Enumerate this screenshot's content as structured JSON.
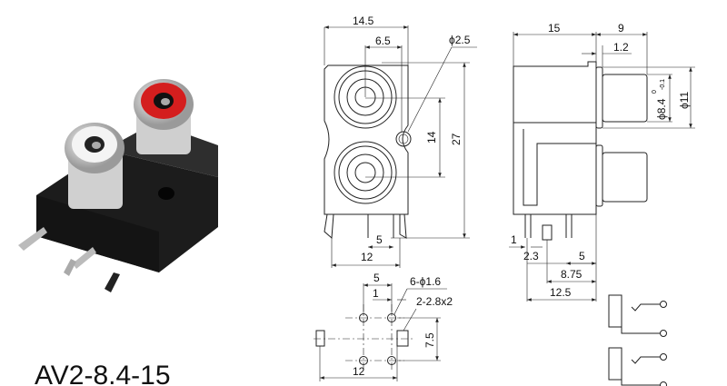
{
  "product": {
    "model": "AV2-8.4-15",
    "colors": {
      "body": "#1e1e1e",
      "jack_white": "#f2f2f2",
      "jack_red": "#d41e1e",
      "metal": "#c8c8c8"
    }
  },
  "front_view": {
    "width": "14.5",
    "offset": "6.5",
    "hole": "ϕ2.5",
    "pitch": "14",
    "height": "27",
    "pin_pitch": "5",
    "pin_span": "12"
  },
  "side_view": {
    "body_depth": "15",
    "plug_length": "9",
    "flange": "1.2",
    "plug_dia": "ϕ8.4",
    "plug_tol_upper": "0",
    "plug_tol_lower": "-0.1",
    "flange_dia": "ϕ11",
    "d1": "1",
    "d2": "2.3",
    "d3": "5",
    "d4": "8.75",
    "d5": "12.5"
  },
  "footprint": {
    "hole_pitch": "5",
    "offset": "1",
    "holes": "6-ϕ1.6",
    "slots": "2-2.8x2",
    "row_pitch": "7.5",
    "span": "12"
  }
}
